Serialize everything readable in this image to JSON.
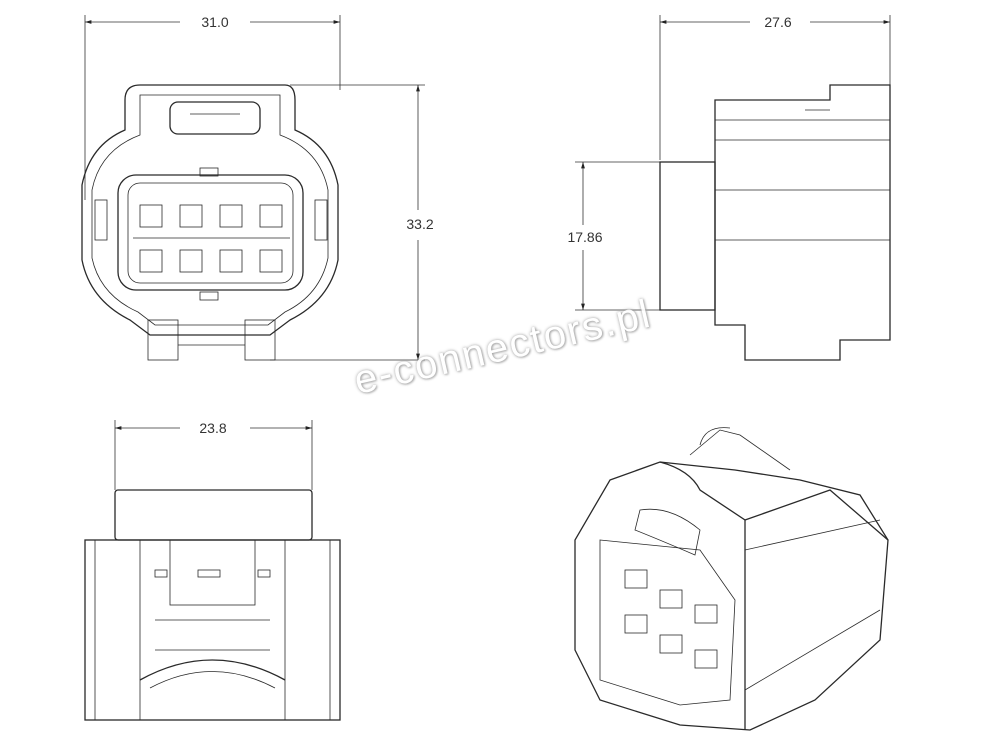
{
  "dimensions": {
    "front_width": "31.0",
    "front_height": "33.2",
    "side_depth": "27.6",
    "side_height": "17.86",
    "bottom_width": "23.8"
  },
  "watermark": "e-connectors.pl"
}
